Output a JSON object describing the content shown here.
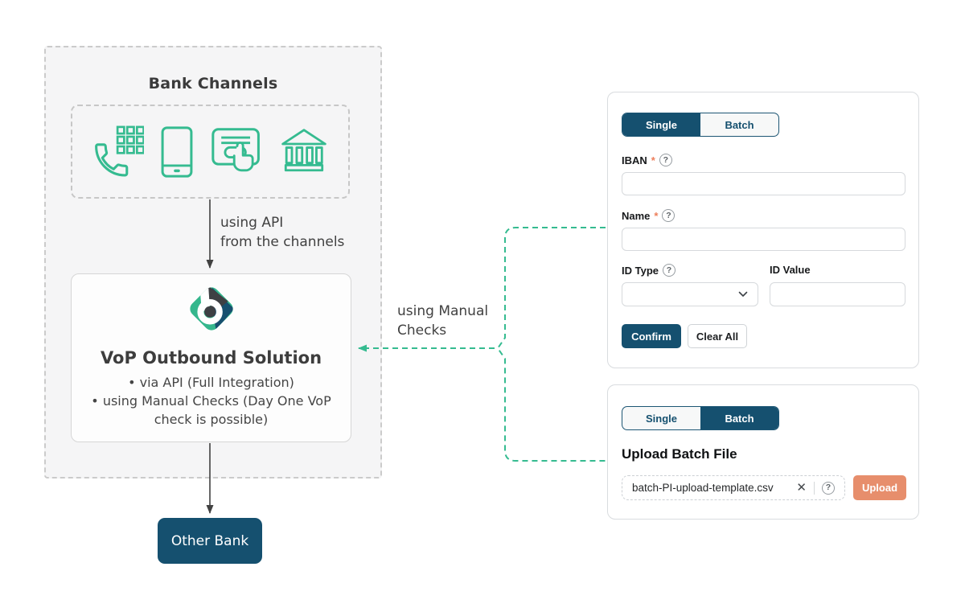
{
  "diagram": {
    "bank_channels_title": "Bank Channels",
    "channel_icons": [
      "phone-keypad-icon",
      "mobile-phone-icon",
      "card-payment-icon",
      "bank-building-icon"
    ],
    "api_label_line1": "using API",
    "api_label_line2": "from the channels",
    "manual_label_line1": "using Manual",
    "manual_label_line2": "Checks",
    "vop_title": "VoP Outbound Solution",
    "vop_bullets": [
      "via API (Full Integration)",
      "using Manual Checks (Day One VoP check is possible)"
    ],
    "other_bank_label": "Other Bank"
  },
  "single_panel": {
    "tab_single": "Single",
    "tab_batch": "Batch",
    "selected_tab": "Single",
    "iban_label": "IBAN",
    "name_label": "Name",
    "id_type_label": "ID Type",
    "id_value_label": "ID Value",
    "required_marker": "*",
    "help_glyph": "?",
    "iban_value": "",
    "name_value": "",
    "id_type_value": "",
    "id_value_value": "",
    "confirm_label": "Confirm",
    "clear_label": "Clear All"
  },
  "batch_panel": {
    "tab_single": "Single",
    "tab_batch": "Batch",
    "selected_tab": "Batch",
    "heading": "Upload Batch File",
    "file_name": "batch-PI-upload-template.csv",
    "clear_file_glyph": "✕",
    "help_glyph": "?",
    "upload_label": "Upload"
  },
  "colors": {
    "navy": "#15506F",
    "teal": "#35BB90",
    "salmon": "#E78E6C",
    "text_dark": "#3F3F3F"
  }
}
